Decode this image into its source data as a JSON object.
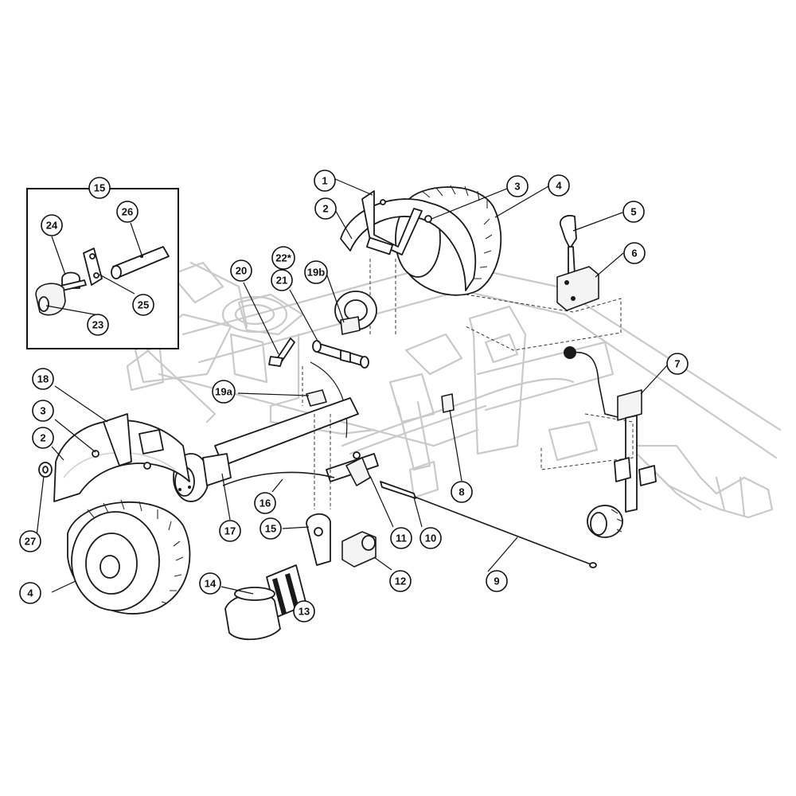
{
  "callouts": [
    {
      "id": "c1",
      "label": "1"
    },
    {
      "id": "c2a",
      "label": "2"
    },
    {
      "id": "c3a",
      "label": "3"
    },
    {
      "id": "c4a",
      "label": "4"
    },
    {
      "id": "c5",
      "label": "5"
    },
    {
      "id": "c6",
      "label": "6"
    },
    {
      "id": "c7",
      "label": "7"
    },
    {
      "id": "c8",
      "label": "8"
    },
    {
      "id": "c9",
      "label": "9"
    },
    {
      "id": "c10",
      "label": "10"
    },
    {
      "id": "c11",
      "label": "11"
    },
    {
      "id": "c12",
      "label": "12"
    },
    {
      "id": "c13",
      "label": "13"
    },
    {
      "id": "c14",
      "label": "14"
    },
    {
      "id": "c15a",
      "label": "15"
    },
    {
      "id": "c15b",
      "label": "15"
    },
    {
      "id": "c16",
      "label": "16"
    },
    {
      "id": "c17",
      "label": "17"
    },
    {
      "id": "c18",
      "label": "18"
    },
    {
      "id": "c19a",
      "label": "19a"
    },
    {
      "id": "c19b",
      "label": "19b"
    },
    {
      "id": "c20",
      "label": "20"
    },
    {
      "id": "c21",
      "label": "21"
    },
    {
      "id": "c22",
      "label": "22*"
    },
    {
      "id": "c23",
      "label": "23"
    },
    {
      "id": "c24",
      "label": "24"
    },
    {
      "id": "c25",
      "label": "25"
    },
    {
      "id": "c26",
      "label": "26"
    },
    {
      "id": "c27",
      "label": "27"
    },
    {
      "id": "c3b",
      "label": "3"
    },
    {
      "id": "c2b",
      "label": "2"
    },
    {
      "id": "c4b",
      "label": "4"
    }
  ]
}
